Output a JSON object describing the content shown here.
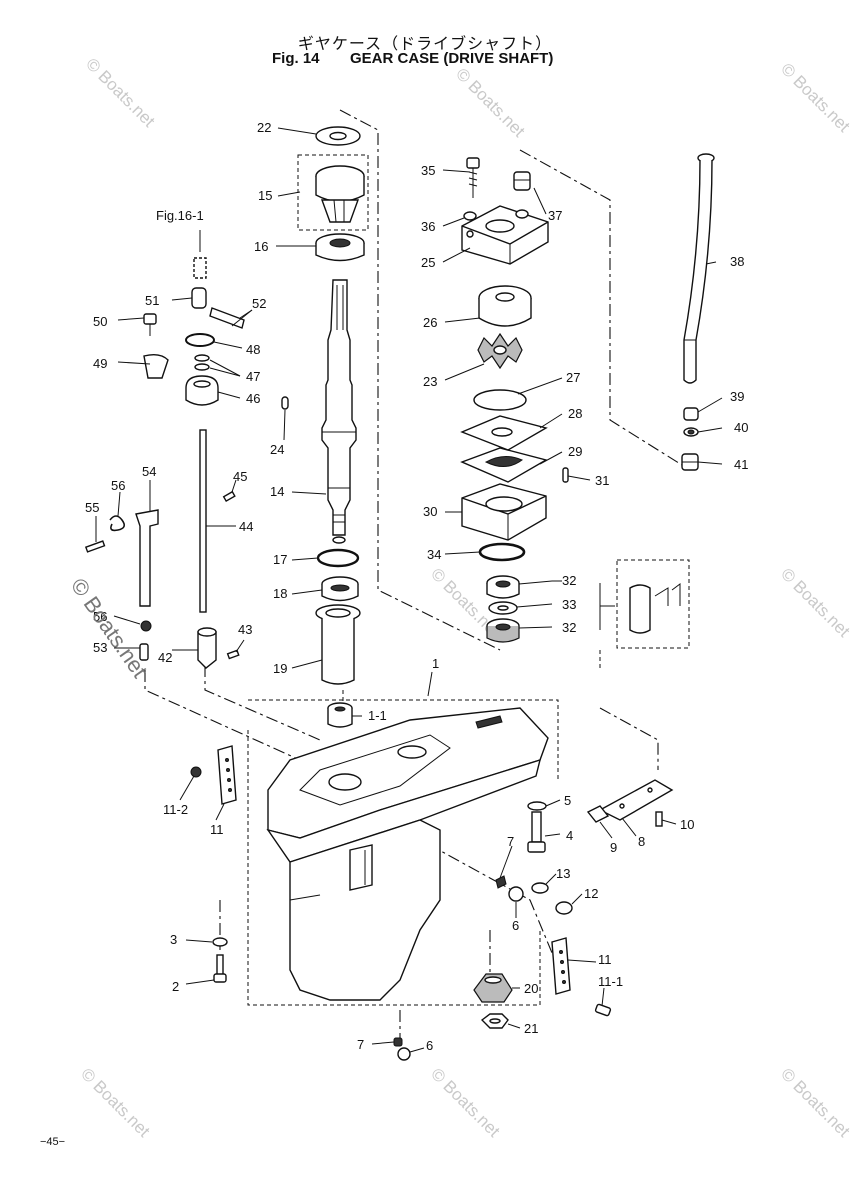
{
  "header": {
    "title_jp": "ギヤケース（ドライブシャフト）",
    "fig_label": "Fig. 14",
    "title_en": "GEAR CASE (DRIVE SHAFT)"
  },
  "page_number": "−45−",
  "watermark": "© Boats.net",
  "reference": "Fig.16-1",
  "callouts": [
    "22",
    "15",
    "16",
    "35",
    "36",
    "37",
    "25",
    "38",
    "26",
    "23",
    "27",
    "28",
    "29",
    "31",
    "30",
    "34",
    "32",
    "33",
    "32",
    "39",
    "40",
    "41",
    "24",
    "14",
    "17",
    "18",
    "19",
    "1",
    "1-1",
    "51",
    "52",
    "50",
    "48",
    "49",
    "47",
    "46",
    "45",
    "44",
    "54",
    "56",
    "55",
    "56",
    "53",
    "43",
    "42",
    "11-2",
    "11",
    "5",
    "4",
    "10",
    "9",
    "8",
    "7",
    "6",
    "13",
    "12",
    "3",
    "2",
    "20",
    "11",
    "11-1",
    "21",
    "7",
    "6"
  ]
}
